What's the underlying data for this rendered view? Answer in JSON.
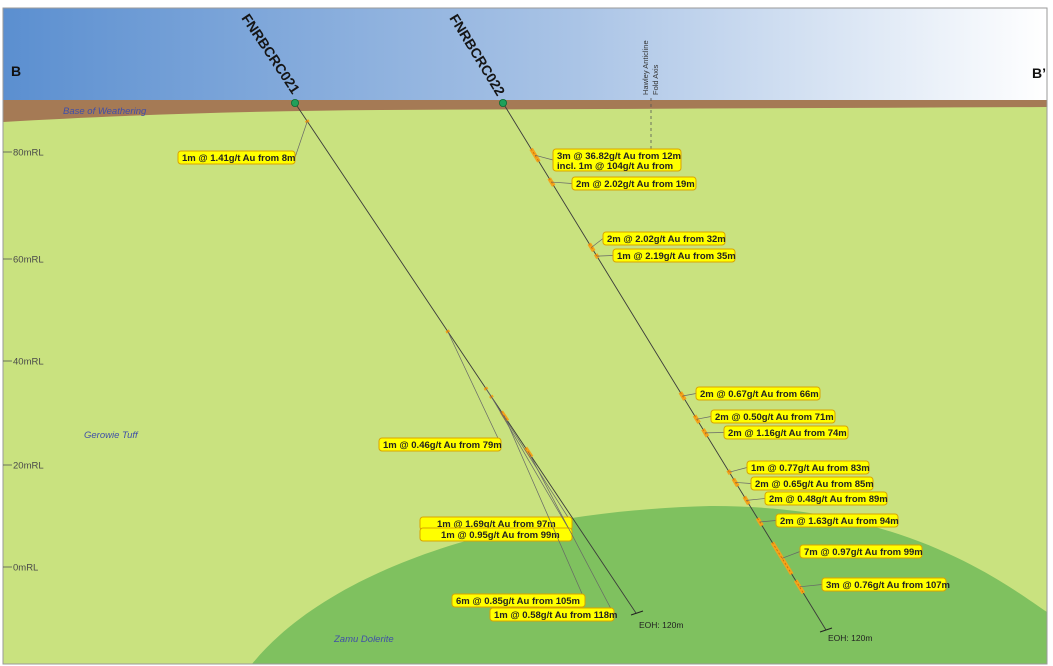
{
  "section": {
    "start_label": "B",
    "end_label": "B’",
    "fold_axis_label": [
      "Hawley Anticline",
      "Fold Axis"
    ]
  },
  "units": {
    "weathering": "Base of Weathering",
    "tuff": "Gerowie Tuff",
    "dolerite": "Zamu Dolerite"
  },
  "colors": {
    "sky_left": "#5b8fd0",
    "sky_right": "#ffffff",
    "weathering": "#a57a55",
    "tuff": "#c9e27f",
    "dolerite": "#7fc15f",
    "collar": "#1fa05a",
    "intercept": "#f3a41c",
    "label_fill": "#ffff00"
  },
  "rl_labels": [
    "80mRL",
    "60mRL",
    "40mRL",
    "20mRL",
    "0mRL"
  ],
  "holes": [
    {
      "name": "FNRBCRC021",
      "eoh": "EOH: 120m",
      "intercepts": [
        [
          "1m @ 1.41g/t Au from 8m"
        ],
        [
          "1m @ 0.46g/t Au from 79m"
        ],
        [
          "1m @ 1.69g/t Au from 97m"
        ],
        [
          "1m @ 0.95g/t Au from 99m"
        ],
        [
          "6m @ 0.85g/t Au from 105m"
        ],
        [
          "1m @ 0.58g/t Au from 118m"
        ]
      ]
    },
    {
      "name": "FNRBCRC022",
      "eoh": "EOH: 120m",
      "intercepts": [
        [
          "3m @ 36.82g/t Au from 12m",
          "incl. 1m @ 104g/t Au from"
        ],
        [
          "2m @ 2.02g/t Au from 19m"
        ],
        [
          "2m @ 2.02g/t Au from 32m"
        ],
        [
          "1m @ 2.19g/t Au from 35m"
        ],
        [
          "2m @ 0.67g/t Au from 66m"
        ],
        [
          "2m @ 0.50g/t Au from 71m"
        ],
        [
          "2m @ 1.16g/t Au from 74m"
        ],
        [
          "1m @ 0.77g/t Au from 83m"
        ],
        [
          "2m @ 0.65g/t Au from 85m"
        ],
        [
          "2m @ 0.48g/t Au from 89m"
        ],
        [
          "2m @ 1.63g/t Au from 94m"
        ],
        [
          "7m @ 0.97g/t Au from 99m"
        ],
        [
          "3m @ 0.76g/t Au from 107m"
        ]
      ]
    }
  ]
}
